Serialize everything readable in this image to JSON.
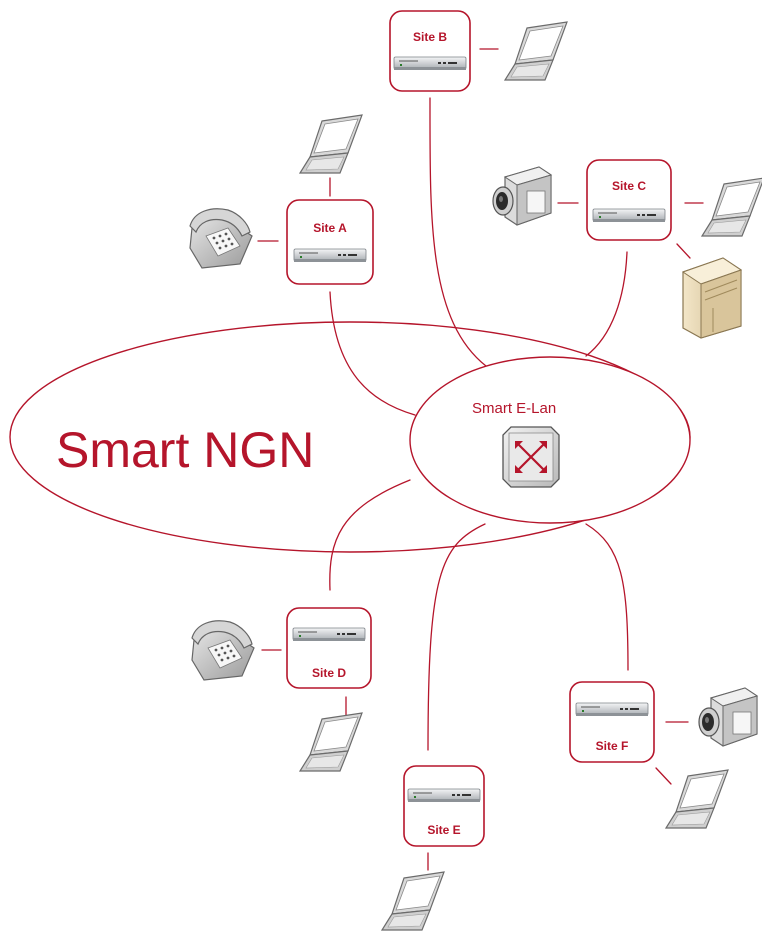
{
  "network": {
    "name": "Smart NGN",
    "hub": {
      "label": "Smart E-Lan",
      "icon": "ethernet-switch-icon"
    }
  },
  "sites": [
    {
      "id": "site-a",
      "label": "Site A",
      "devices": [
        "laptop-icon",
        "telephone-icon"
      ]
    },
    {
      "id": "site-b",
      "label": "Site B",
      "devices": [
        "laptop-icon"
      ]
    },
    {
      "id": "site-c",
      "label": "Site C",
      "devices": [
        "video-camera-icon",
        "laptop-icon",
        "server-icon"
      ]
    },
    {
      "id": "site-d",
      "label": "Site D",
      "devices": [
        "telephone-icon",
        "laptop-icon"
      ]
    },
    {
      "id": "site-e",
      "label": "Site E",
      "devices": [
        "laptop-icon"
      ]
    },
    {
      "id": "site-f",
      "label": "Site F",
      "devices": [
        "video-camera-icon",
        "laptop-icon"
      ]
    }
  ],
  "colors": {
    "accent": "#b5152b",
    "router": "#c8ccd0"
  }
}
